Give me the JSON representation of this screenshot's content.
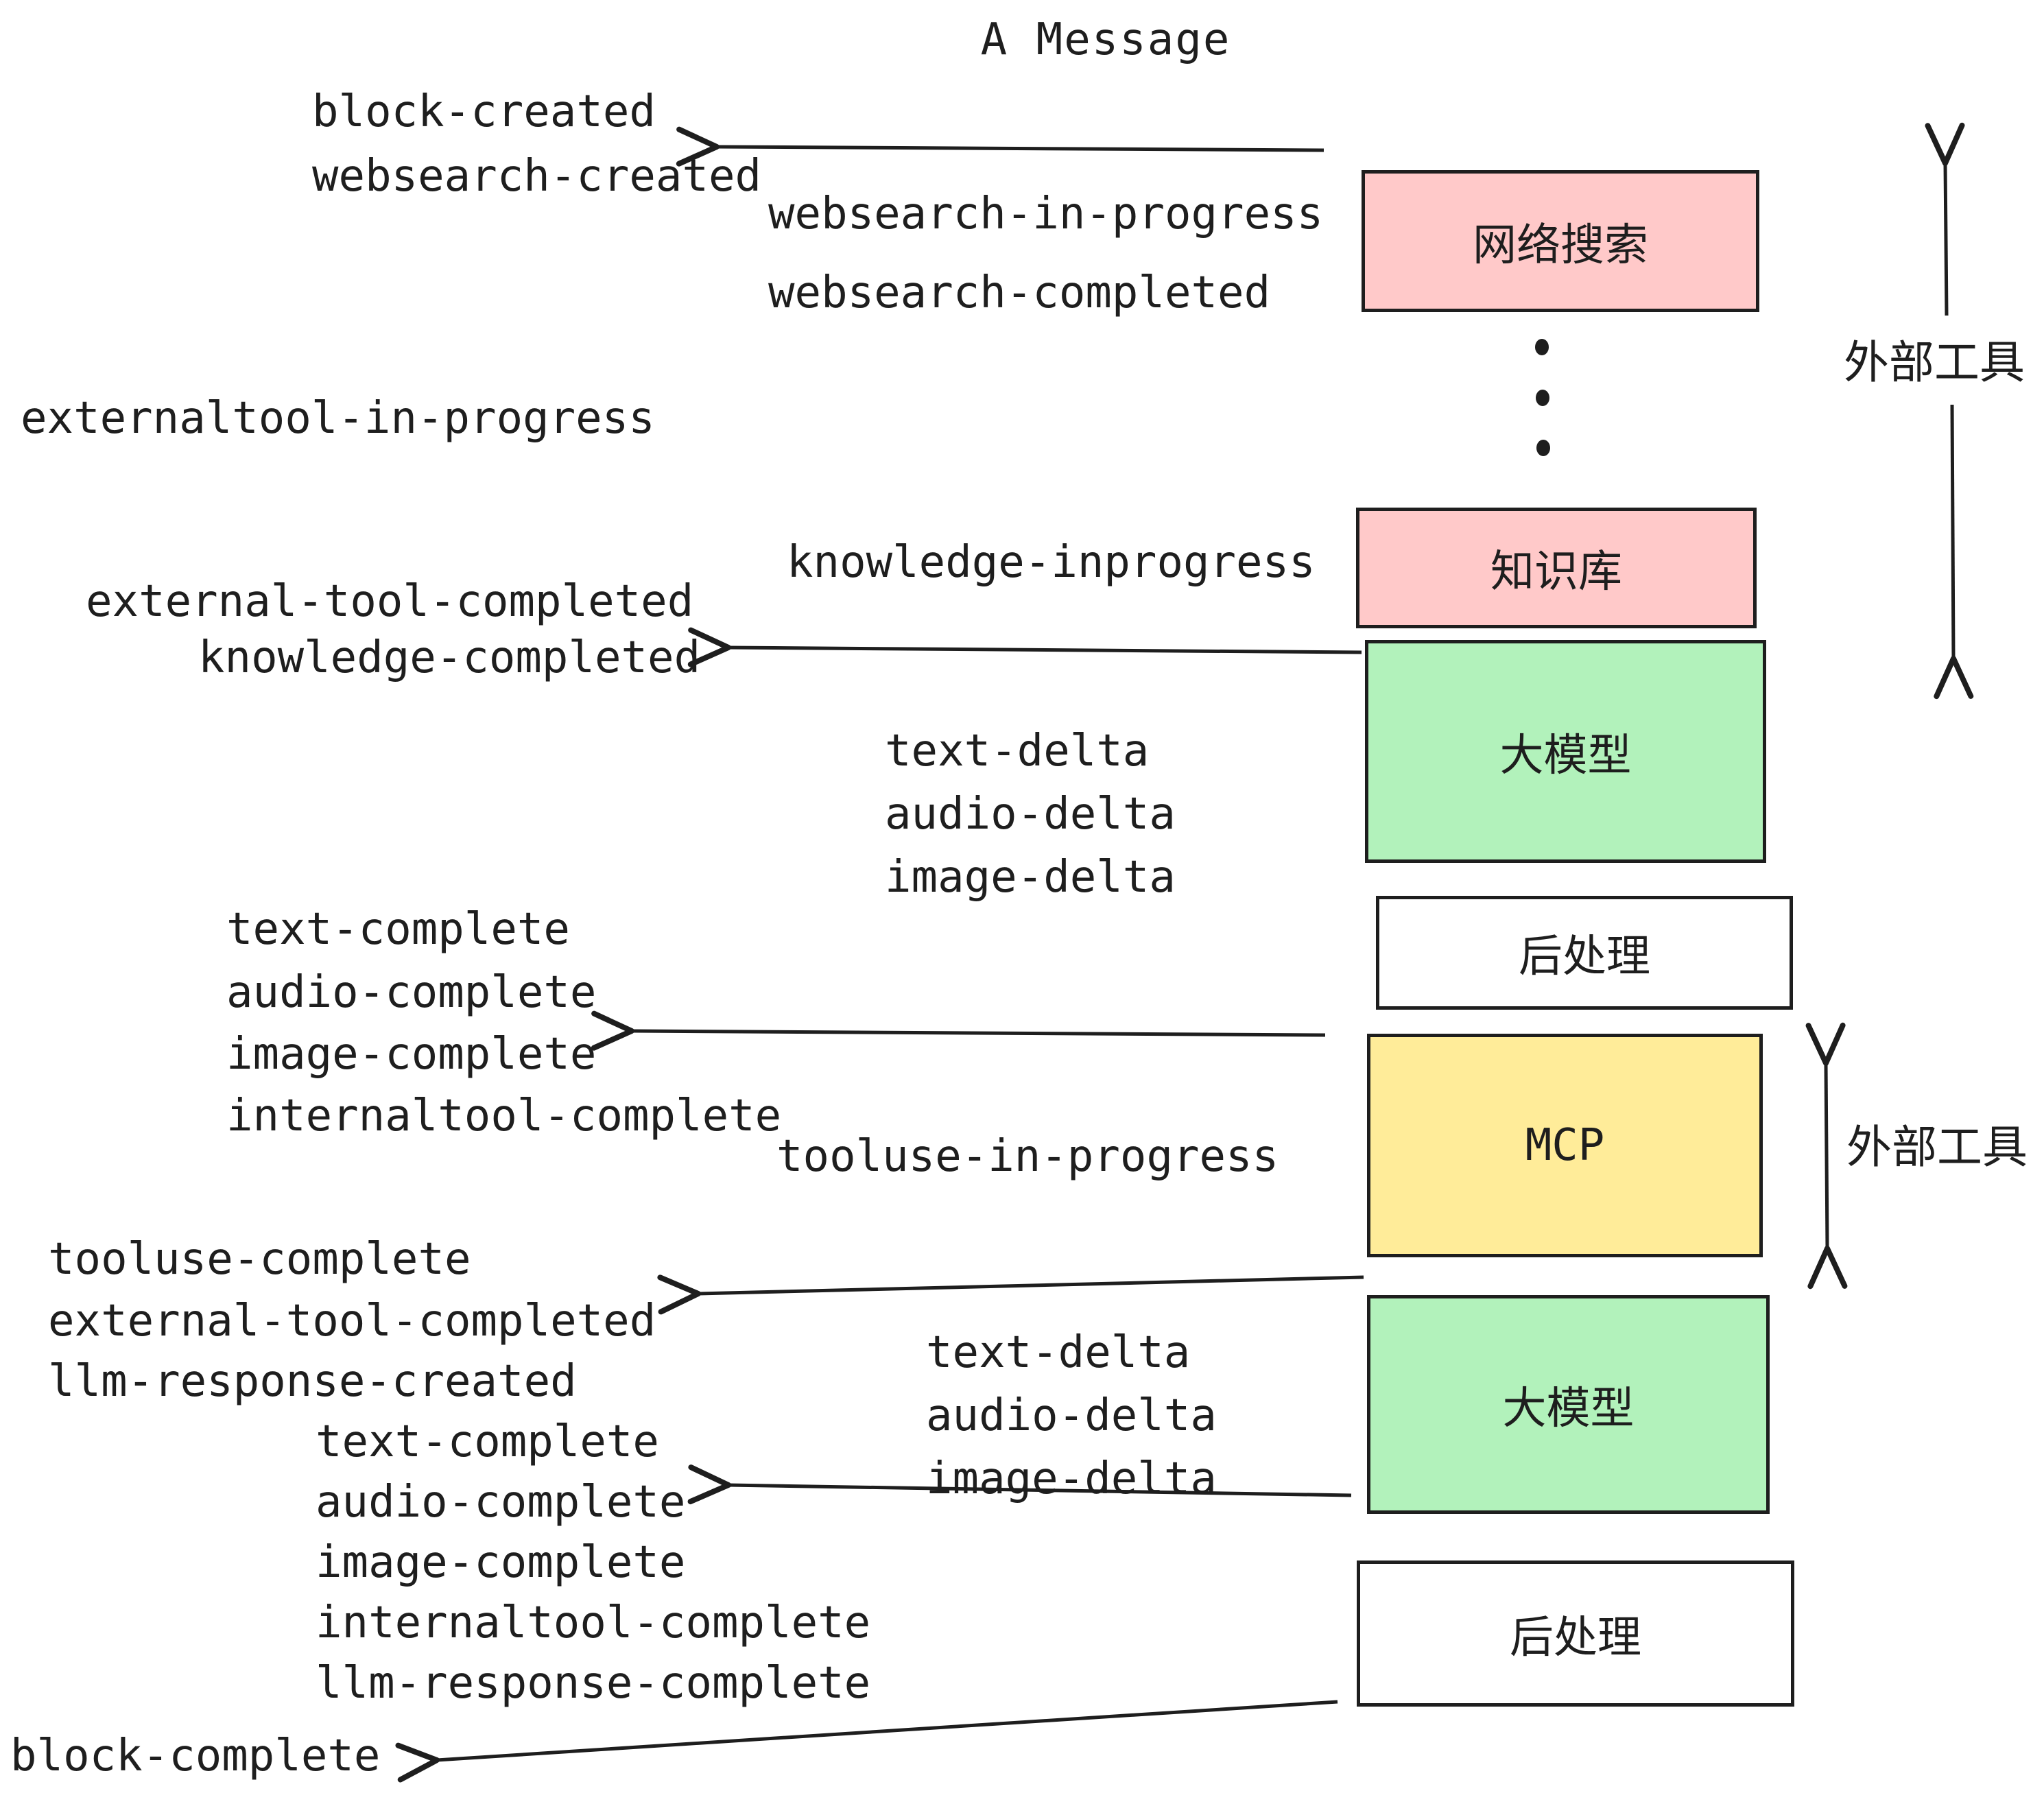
{
  "title": "A Message",
  "side_label": "外部工具",
  "boxes": {
    "websearch": "网络搜索",
    "knowledge": "知识库",
    "llm1": "大模型",
    "post1": "后处理",
    "mcp": "MCP",
    "llm2": "大模型",
    "post2": "后处理"
  },
  "events": {
    "block_created": "block-created",
    "websearch_created": "websearch-created",
    "websearch_in_progress": "websearch-in-progress",
    "websearch_completed": "websearch-completed",
    "externaltool_in_progress": "externaltool-in-progress",
    "knowledge_inprogress": "knowledge-inprogress",
    "external_tool_completed": "external-tool-completed",
    "knowledge_completed": "knowledge-completed",
    "text_delta_1": "text-delta",
    "audio_delta_1": "audio-delta",
    "image_delta_1": "image-delta",
    "text_complete_1": "text-complete",
    "audio_complete_1": "audio-complete",
    "image_complete_1": "image-complete",
    "internaltool_complete_1": "internaltool-complete",
    "tooluse_in_progress": "tooluse-in-progress",
    "tooluse_complete": "tooluse-complete",
    "external_tool_completed_2": "external-tool-completed",
    "llm_response_created": "llm-response-created",
    "text_complete_2": "text-complete",
    "audio_complete_2": "audio-complete",
    "image_complete_2": "image-complete",
    "internaltool_complete_2": "internaltool-complete",
    "llm_response_complete": "llm-response-complete",
    "text_delta_2": "text-delta",
    "audio_delta_2": "audio-delta",
    "image_delta_2": "image-delta",
    "block_complete": "block-complete"
  },
  "colors": {
    "stroke": "#1e1e1e",
    "pink": "#ffc9c9",
    "green": "#b2f2bb",
    "yellow": "#ffec99",
    "white": "#ffffff"
  }
}
